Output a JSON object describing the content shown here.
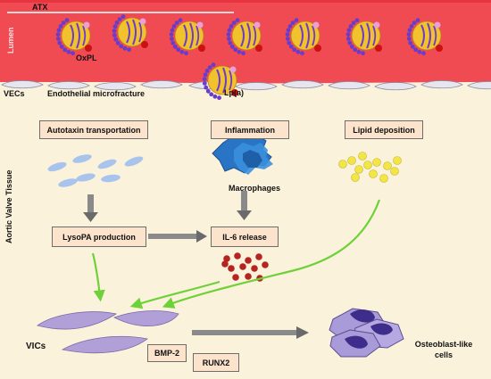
{
  "labels": {
    "lumen": "Lumen",
    "atx": "ATX",
    "oxpl": "OxPL",
    "lpa": "Lp(a)",
    "vecs": "VECs",
    "endothelial_microfracture": "Endothelial microfracture",
    "aortic_valve_tissue": "Aortic Valve Tissue",
    "macrophages": "Macrophages",
    "vics": "VICs",
    "osteoblast_line1": "Osteoblast-like",
    "osteoblast_line2": "cells"
  },
  "boxes": {
    "autotaxin": "Autotaxin transportation",
    "inflammation": "Inflammation",
    "lipid": "Lipid deposition",
    "lysopa": "LysoPA production",
    "il6": "IL-6 release",
    "bmp2": "BMP-2",
    "runx2": "RUNX2"
  },
  "colors": {
    "lumen": "#f04a53",
    "tissue": "#fbf2dc",
    "box_fill": "#fbe3cc",
    "lipoprotein": "#f2c12e",
    "apo_chain": "#6a3cc8",
    "oxpl_tip": "#cc1111",
    "autotaxin_cells": "#a9c4ec",
    "macrophage": "#2f7fd0",
    "lipid_droplets": "#f2e646",
    "il6_dots": "#b52420",
    "vic": "#b19fd8",
    "osteoblast_nucleus": "#3e2d8a",
    "green_arrow": "#6fd13a",
    "gray_arrow": "#7a7a7a"
  }
}
